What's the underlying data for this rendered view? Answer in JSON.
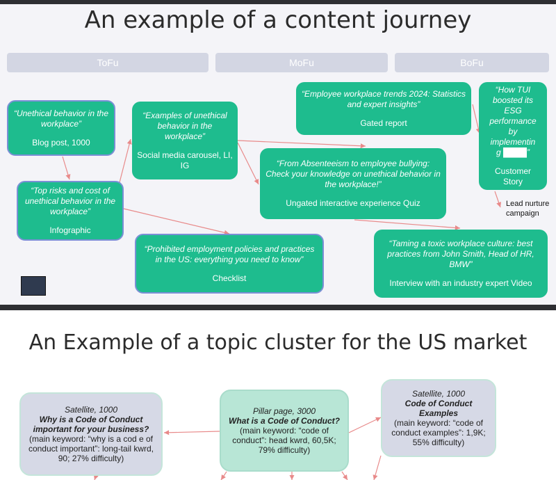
{
  "journey": {
    "title": "An example of a content journey",
    "stages": [
      "ToFu",
      "MoFu",
      "BoFu"
    ],
    "nodes": {
      "n1": {
        "quote": "“Unethical behavior in the workplace”",
        "type": "Blog post, 1000"
      },
      "n2": {
        "quote": "“Top risks and cost of unethical behavior in the workplace”",
        "type": "Infographic"
      },
      "n3": {
        "quote": "“Examples of unethical behavior in the workplace”",
        "type": "Social media carousel, LI, IG"
      },
      "n4": {
        "quote": "“Prohibited employment policies and practices in the US: everything you need to know”",
        "type": "Checklist"
      },
      "n5": {
        "quote": "“Employee workplace trends  2024: Statistics and expert insights”",
        "type": "Gated report"
      },
      "n6": {
        "quote": "“From Absenteeism to employee bullying: Check your knowledge on unethical behavior in the workplace!”",
        "type": "Ungated interactive experience Quiz"
      },
      "n7": {
        "quote": "“How TUI boosted its ESG performance by implementin g ████”",
        "type": "Customer Story"
      },
      "n8": {
        "quote": "“Taming a toxic workplace culture: best practices from John Smith, Head of HR, BMW”",
        "type": "Interview with an industry expert Video"
      }
    },
    "lead_nurture": "Lead nurture campaign"
  },
  "cluster": {
    "title": "An Example of a topic cluster for the US market",
    "left": {
      "head": "Satellite, 1000",
      "bold": "Why is a Code of Conduct important for your business?",
      "body": "(main keyword: “why is a cod e of conduct important”: long-tail kwrd, 90;  27% difficulty)"
    },
    "center": {
      "head": "Pillar page, 3000",
      "bold": "What is a Code of Conduct?",
      "body": "(main keyword: “code of conduct”: head kwrd, 60,5K;  79% difficulty)"
    },
    "right": {
      "head": "Satellite, 1000",
      "bold": "Code of Conduct Examples",
      "body": "(main keyword: “code of conduct examples”: 1,9K;  55% difficulty)"
    }
  },
  "colors": {
    "node": "#1ebc8e",
    "stage": "#d3d6e3",
    "arrow": "#e88a8a",
    "satellite": "#d6d9e6",
    "pillar": "#b8e6d6"
  }
}
